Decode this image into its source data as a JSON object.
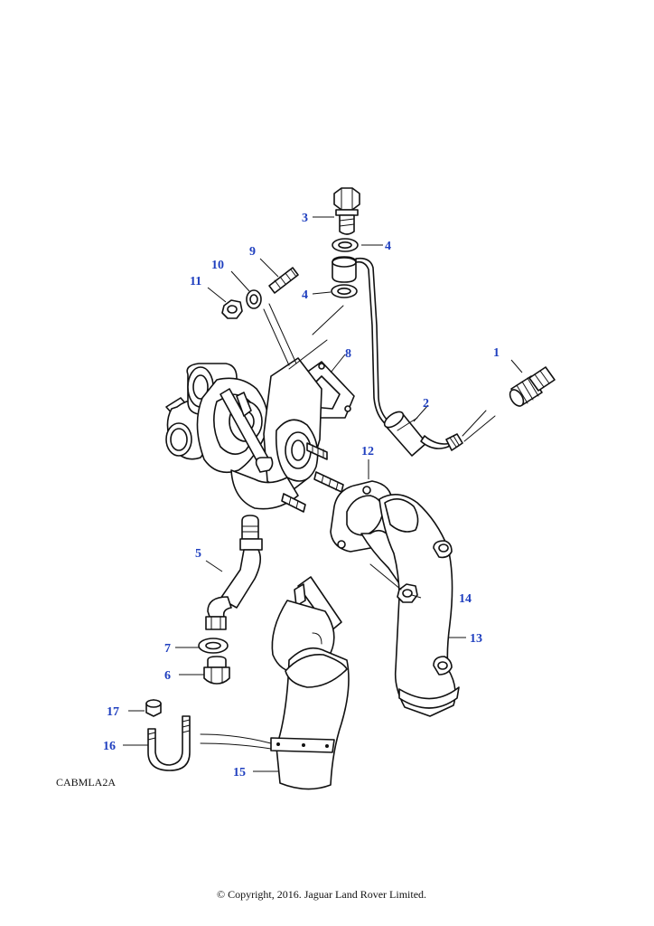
{
  "diagram": {
    "reference_code": "CABMLA2A",
    "copyright": "© Copyright, 2016. Jaguar Land Rover Limited.",
    "callouts": [
      {
        "id": "c1",
        "label": "1"
      },
      {
        "id": "c2",
        "label": "2"
      },
      {
        "id": "c3",
        "label": "3"
      },
      {
        "id": "c4a",
        "label": "4"
      },
      {
        "id": "c4b",
        "label": "4"
      },
      {
        "id": "c5",
        "label": "5"
      },
      {
        "id": "c6",
        "label": "6"
      },
      {
        "id": "c7",
        "label": "7"
      },
      {
        "id": "c8",
        "label": "8"
      },
      {
        "id": "c9",
        "label": "9"
      },
      {
        "id": "c10",
        "label": "10"
      },
      {
        "id": "c11",
        "label": "11"
      },
      {
        "id": "c12",
        "label": "12"
      },
      {
        "id": "c13",
        "label": "13"
      },
      {
        "id": "c14",
        "label": "14"
      },
      {
        "id": "c15",
        "label": "15"
      },
      {
        "id": "c16",
        "label": "16"
      },
      {
        "id": "c17",
        "label": "17"
      }
    ],
    "colors": {
      "callout_text": "#1f3fbf",
      "line": "#111111",
      "background": "#ffffff"
    }
  }
}
